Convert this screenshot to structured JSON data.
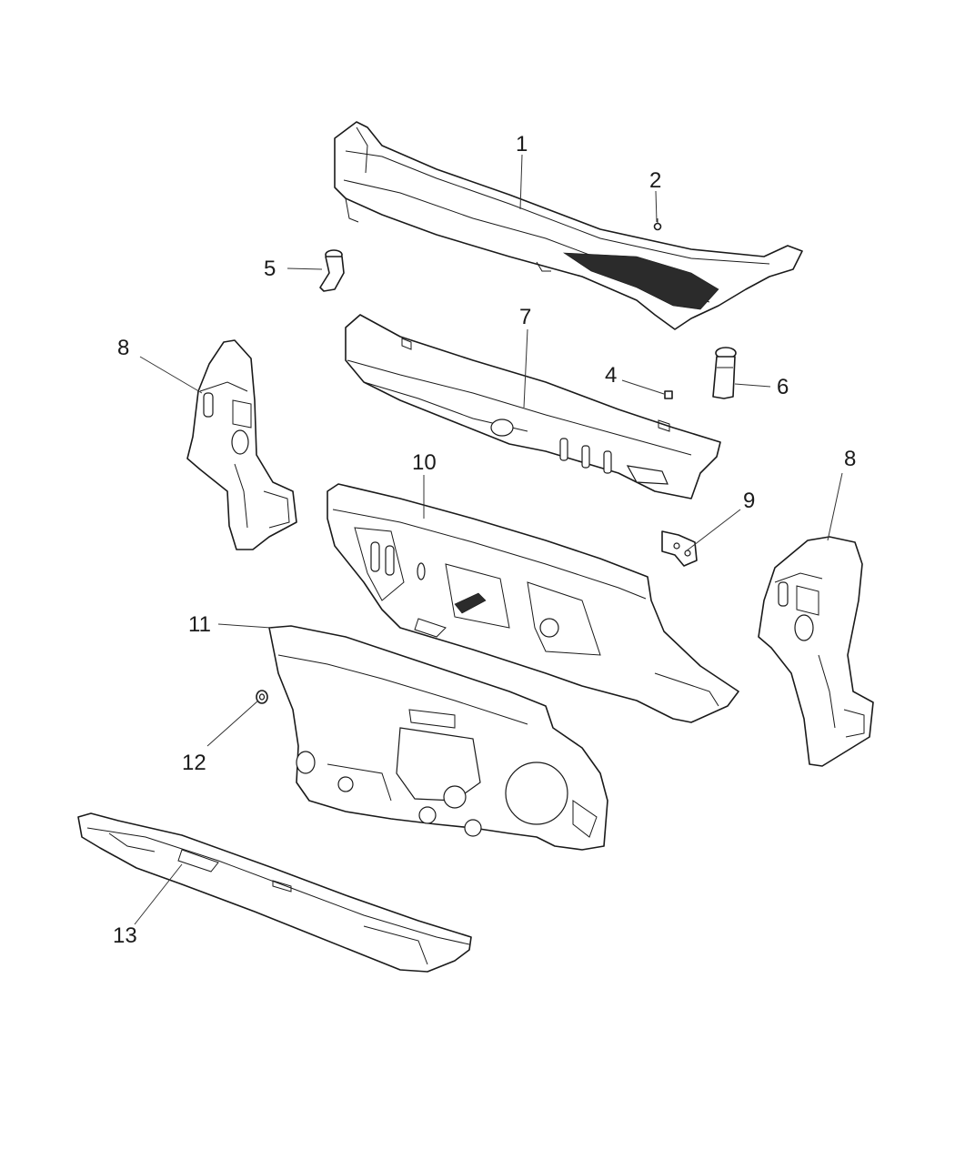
{
  "callouts": {
    "c1": "1",
    "c2": "2",
    "c4": "4",
    "c5": "5",
    "c6": "6",
    "c7": "7",
    "c8_left": "8",
    "c8_right": "8",
    "c9": "9",
    "c10": "10",
    "c11": "11",
    "c12": "12",
    "c13": "13"
  }
}
